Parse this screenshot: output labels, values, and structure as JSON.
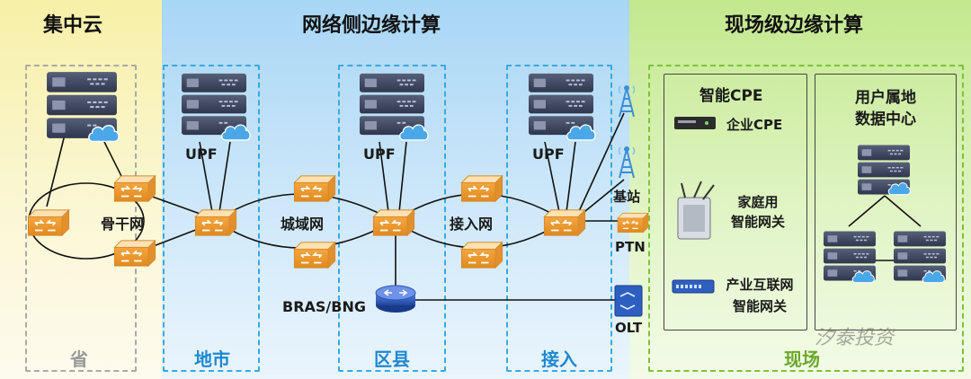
{
  "zones": {
    "cloud": {
      "title": "集中云"
    },
    "network": {
      "title": "网络侧边缘计算"
    },
    "site": {
      "title": "现场级边缘计算"
    }
  },
  "levels": {
    "province": "省",
    "city": "地市",
    "county": "区县",
    "access": "接入",
    "site": "现场"
  },
  "labels": {
    "upf": "UPF",
    "backbone": "骨干网",
    "metro": "城域网",
    "access_net": "接入网",
    "bras": "BRAS/BNG",
    "base_station": "基站",
    "ptn": "PTN",
    "olt": "OLT"
  },
  "site": {
    "cpe_title": "智能CPE",
    "enterprise_cpe": "企业CPE",
    "home_gateway_line1": "家庭用",
    "home_gateway_line2": "智能网关",
    "industrial_line1": "产业互联网",
    "industrial_line2": "智能网关",
    "dc_title_line1": "用户属地",
    "dc_title_line2": "数据中心"
  },
  "watermark": "汐泰投资",
  "colors": {
    "cloud_zone": "#f7f0a8",
    "network_zone": "#a8d6f5",
    "site_zone": "#c3e88e",
    "dashed_blue": "#3aa9e0",
    "label_blue": "#1e88d0",
    "router_orange": "#f5a640",
    "server_dark": "#3f4860",
    "cloud_icon": "#4aa7e8",
    "bras_blue": "#2a56b8"
  },
  "icons": [
    "server-rack-icon",
    "cloud-icon",
    "router-icon",
    "antenna-tower-icon",
    "cpe-box-icon",
    "wifi-gateway-icon",
    "olt-icon",
    "bras-router-icon"
  ]
}
